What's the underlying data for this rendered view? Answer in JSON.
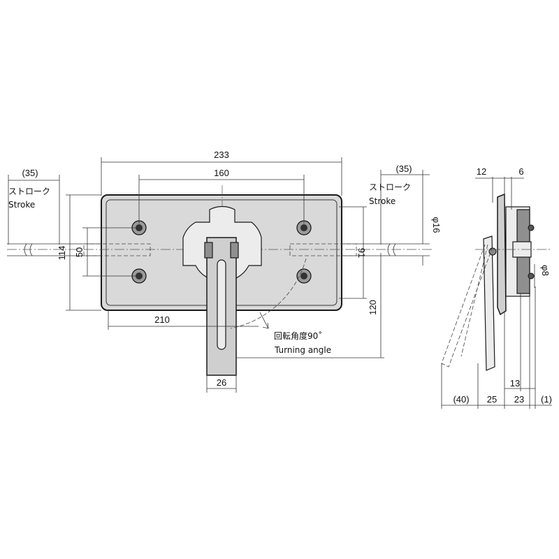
{
  "dimensions": {
    "overall_width": "233",
    "hole_pitch_horizontal": "160",
    "lower_width": "210",
    "height_114": "114",
    "hole_pitch_vertical": "50",
    "right_height": "91",
    "handle_drop": "120",
    "handle_width": "26",
    "stroke_left": "(35)",
    "stroke_right": "(35)",
    "rod_diameter": "φ16",
    "side_top_left": "12",
    "side_top_right": "6",
    "side_small": "13",
    "side_pin": "φ8",
    "side_bottom_1": "(40)",
    "side_bottom_2": "25",
    "side_bottom_3": "23",
    "side_bottom_4": "(1)"
  },
  "labels": {
    "stroke_jp": "ストローク",
    "stroke_en": "Stroke",
    "turning_jp": "回転角度90˚",
    "turning_en": "Turning angle"
  }
}
